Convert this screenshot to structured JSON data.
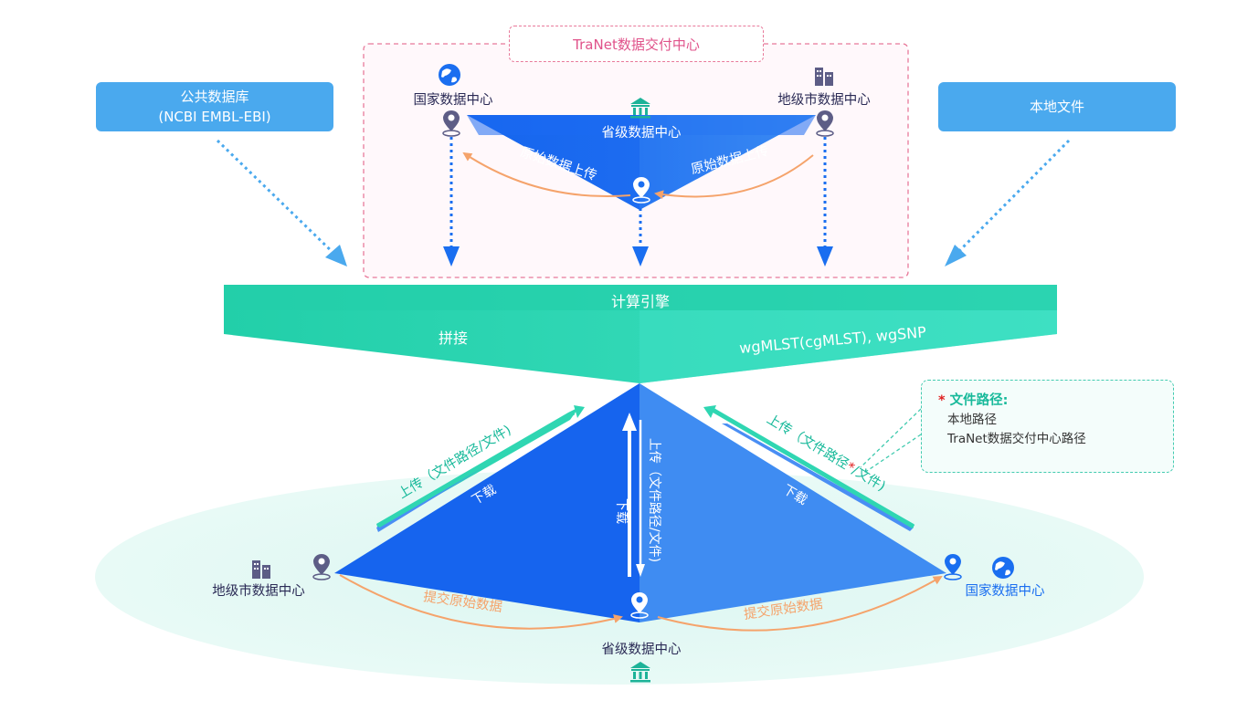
{
  "colors": {
    "primary_blue": "#1a6ef0",
    "light_blue": "#4aa9ee",
    "teal": "#2fd6b2",
    "orange": "#f5a36b",
    "pink_dash": "#e8799a",
    "node_icon": "#5d5d86"
  },
  "tranet_box": {
    "title": "TraNet数据交付中心"
  },
  "public_db": {
    "line1": "公共数据库",
    "line2": "(NCBI EMBL-EBI)"
  },
  "local_file": {
    "label": "本地文件"
  },
  "top": {
    "national": "国家数据中心",
    "provincial": "省级数据中心",
    "city": "地级市数据中心",
    "upload_left": "原始数据上传",
    "upload_right": "原始数据上传"
  },
  "engine": {
    "title": "计算引擎",
    "left": "拼接",
    "right": "wgMLST(cgMLST), wgSNP"
  },
  "bottom": {
    "upload_left": "上传（文件路径/文件)",
    "download_left": "下载",
    "upload_center": "上传（文件路径/文件)",
    "download_center": "下载",
    "upload_right_a": "上传（文件路径",
    "upload_right_star": "*",
    "upload_right_b": "/文件)",
    "download_right": "下载",
    "city": "地级市数据中心",
    "provincial": "省级数据中心",
    "national": "国家数据中心",
    "submit_left": "提交原始数据",
    "submit_right": "提交原始数据"
  },
  "note": {
    "star": "*",
    "head": "文件路径:",
    "line1": "本地路径",
    "line2": "TraNet数据交付中心路径"
  }
}
